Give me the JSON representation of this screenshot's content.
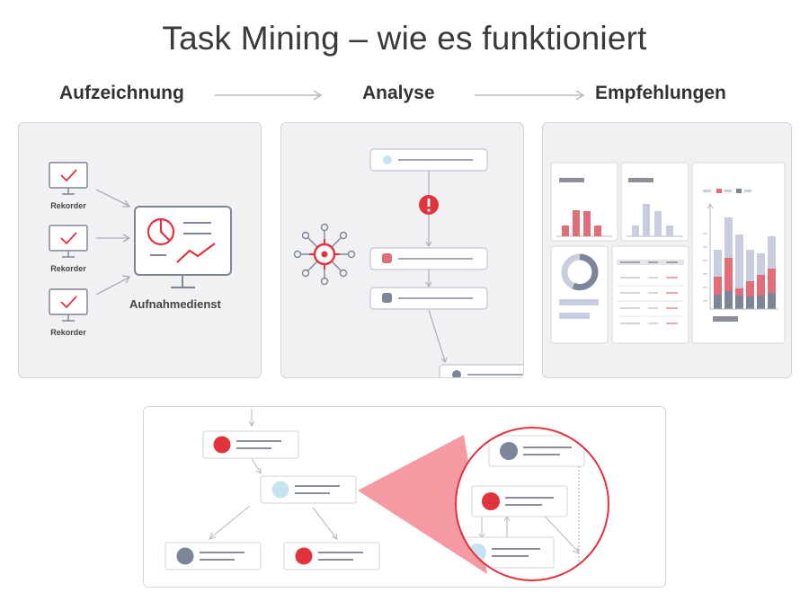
{
  "title": "Task Mining – wie es funktioniert",
  "steps": [
    {
      "label": "Aufzeichnung"
    },
    {
      "label": "Analyse"
    },
    {
      "label": "Empfehlungen"
    }
  ],
  "recording": {
    "recorders": [
      "Rekorder",
      "Rekorder",
      "Rekorder"
    ],
    "service_label": "Aufnahmedienst"
  },
  "colors": {
    "accent": "#e0333e",
    "slate": "#7d8699",
    "light_blue": "#c5e4f2",
    "bar_red": "#e06d78",
    "bar_lavender": "#c8cde0",
    "panel_bg": "#f1f1f4",
    "zoom_cone": "#f59aa3"
  }
}
